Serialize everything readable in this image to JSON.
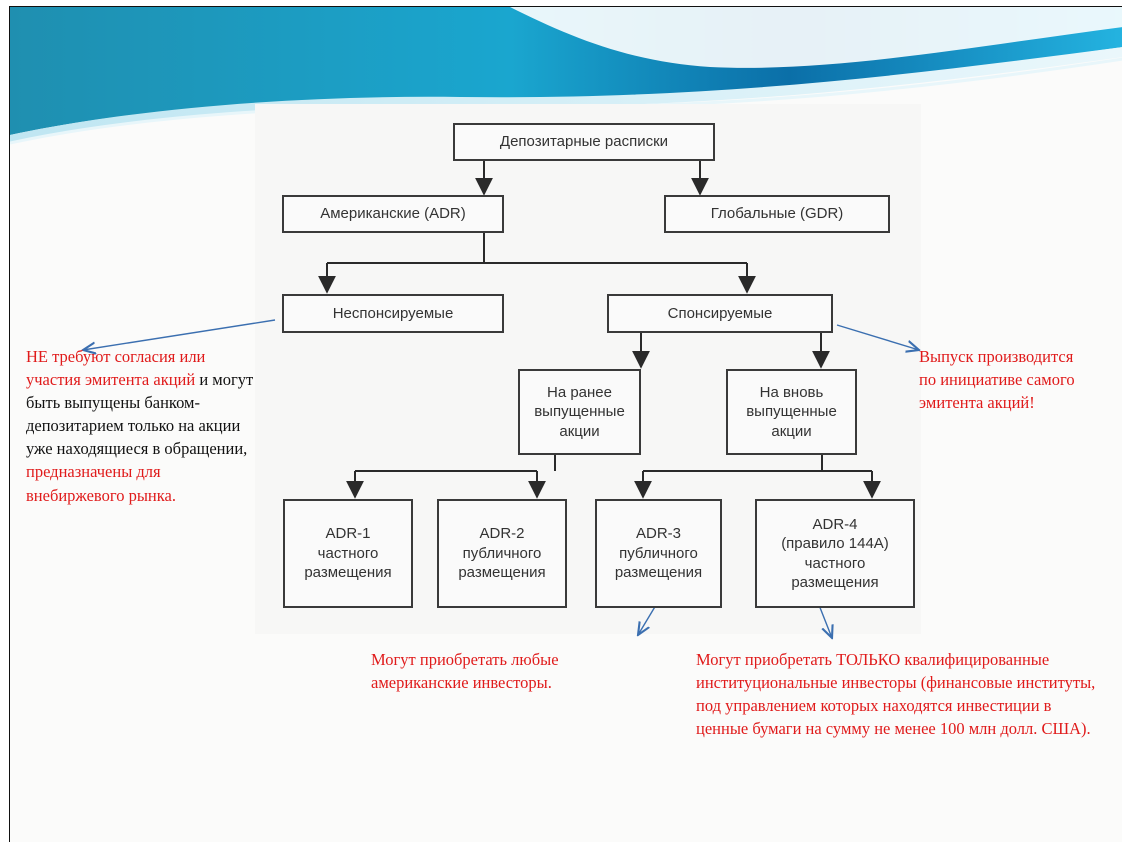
{
  "colors": {
    "note_red": "#e01b1b",
    "note_black": "#111111",
    "arrow_blue": "#3b6fb0",
    "box_border": "#3a3a3a"
  },
  "diagram": {
    "root": "Депозитарные расписки",
    "adr": "Американские (ADR)",
    "gdr": "Глобальные (GDR)",
    "unsponsored": "Неспонсируемые",
    "sponsored": "Спонсируемые",
    "existing_shares": "На ранее\nвыпущенные\nакции",
    "new_shares": "На вновь\nвыпущенные\nакции",
    "adr1": "ADR-1\nчастного\nразмещения",
    "adr2": "ADR-2\nпубличного\nразмещения",
    "adr3": "ADR-3\nпубличного\nразмещения",
    "adr4": "ADR-4\n(правило 144A)\nчастного\nразмещения"
  },
  "notes": {
    "left_red_1": "НЕ требуют согласия или участия эмитента акций",
    "left_black": " и могут быть выпущены банком-депозитарием только на акции уже находящиеся в обращении, ",
    "left_red_2": "предназначены для внебиржевого рынка.",
    "right": "Выпуск производится по инициативе самого эмитента акций!",
    "adr3_note": "Могут приобретать любые американские инвесторы.",
    "adr4_note": "Могут приобретать ТОЛЬКО квалифицированные институциональные инвесторы (финансовые институты, под управлением которых находятся инвестиции в ценные бумаги на сумму не менее 100 млн долл. США)."
  }
}
